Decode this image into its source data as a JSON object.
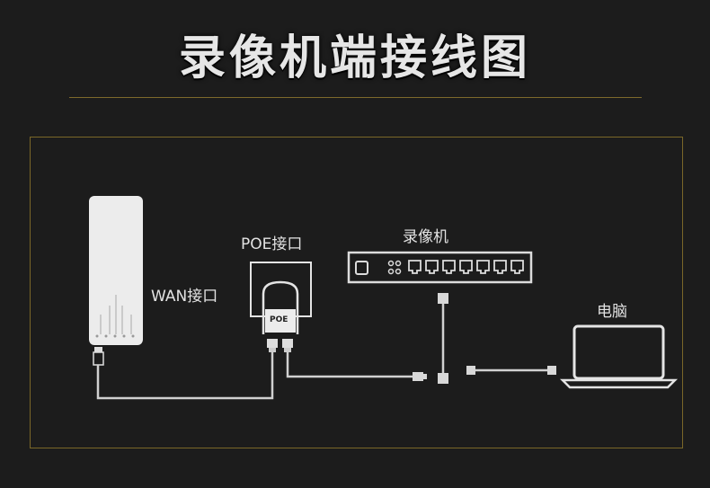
{
  "title": "录像机端接线图",
  "labels": {
    "wan": "WAN接口",
    "poe_port": "POE接口",
    "nvr": "录像机",
    "pc": "电脑",
    "poe_badge": "POE"
  },
  "colors": {
    "background": "#1c1c1c",
    "frame": "#7a6728",
    "device": "#e9e9e9",
    "line": "#cfcfcf"
  }
}
